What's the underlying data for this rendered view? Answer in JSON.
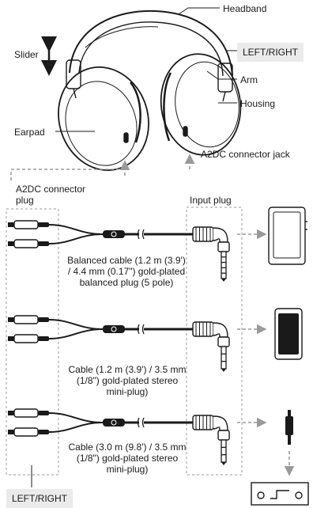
{
  "labels": {
    "headband": "Headband",
    "slider": "Slider",
    "left_right_top": "LEFT/RIGHT",
    "arm": "Arm",
    "housing": "Housing",
    "earpad": "Earpad",
    "a2dc_jack": "A2DC connector jack",
    "a2dc_plug": "A2DC connector\nplug",
    "input_plug": "Input plug",
    "left_right_bottom": "LEFT/RIGHT"
  },
  "cables": [
    {
      "caption": "Balanced cable (1.2 m (3.9') / 4.4 mm (0.17\") gold-plated balanced plug (5 pole)"
    },
    {
      "caption": "Cable (1.2 m (3.9') / 3.5 mm (1/8\") gold-plated stereo mini-plug)"
    },
    {
      "caption": "Cable (3.0 m (9.8') / 3.5 mm (1/8\") gold-plated stereo mini-plug)"
    }
  ],
  "devices": [
    "walkman-player-icon",
    "smartphone-icon",
    "plug-adapter-icon",
    "stereo-amplifier-icon"
  ],
  "colors": {
    "outline": "#1a1a1a",
    "arrow": "#9a9a9a",
    "label_box": "#ebebeb"
  }
}
